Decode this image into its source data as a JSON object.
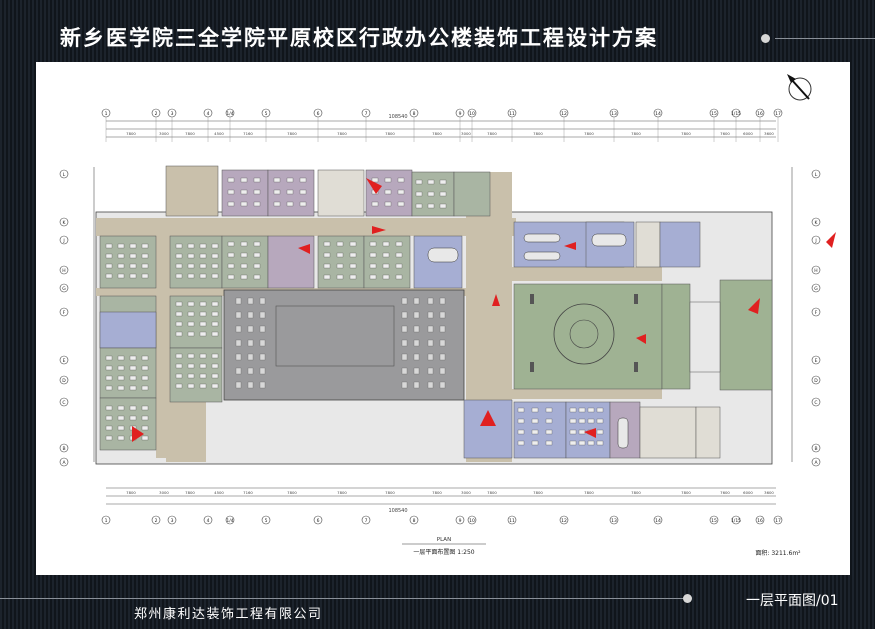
{
  "header": {
    "title": "新乡医学院三全学院平原校区行政办公楼装饰工程设计方案"
  },
  "plan": {
    "plan_label": "PLAN",
    "plan_caption": "一层平面布置图 1:250",
    "area_text": "面积: 3211.6m²",
    "top_axis_labels": [
      "1",
      "2",
      "3",
      "4",
      "1/4",
      "5",
      "6",
      "7",
      "8",
      "9",
      "10",
      "11",
      "12",
      "13",
      "14",
      "15",
      "1/15",
      "16",
      "17"
    ],
    "side_axis_labels": [
      "L",
      "K",
      "J",
      "H",
      "G",
      "F",
      "E",
      "D",
      "C",
      "B",
      "A"
    ],
    "dim_values": [
      "7800",
      "3000",
      "7800",
      "4500",
      "7160",
      "7800",
      "7800",
      "7800",
      "7800",
      "3000",
      "7800",
      "7800",
      "7800",
      "7800",
      "7800",
      "7600",
      "6000",
      "3600"
    ],
    "total_dim": "108540",
    "colors": {
      "office_green": "#a9b5a3",
      "corridor_tan": "#c9c0ab",
      "meeting_purple": "#b7a8bd",
      "blue_room": "#a6aed3",
      "hall_grey": "#9a9a9c",
      "lobby_green": "#9fb293",
      "camera_red": "#e02020"
    }
  },
  "footer": {
    "company": "郑州康利达装饰工程有限公司",
    "sheet_title": "一层平面图/01"
  }
}
